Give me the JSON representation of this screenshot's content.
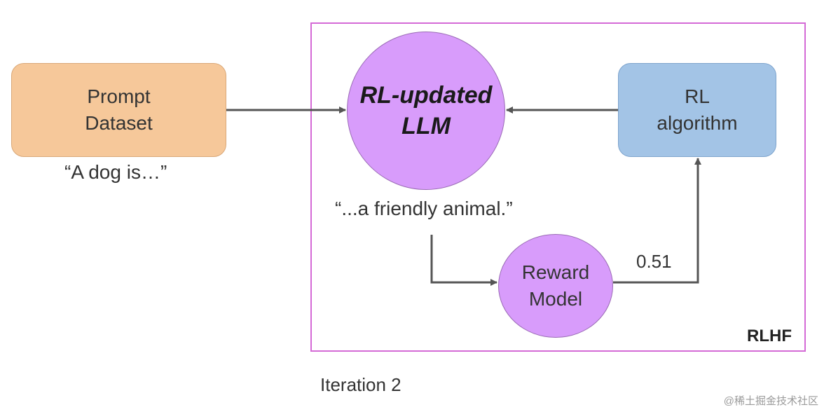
{
  "nodes": {
    "prompt_dataset": "Prompt\nDataset",
    "rl_llm": "RL-updated\nLLM",
    "rl_algorithm": "RL\nalgorithm",
    "reward_model": "Reward\nModel"
  },
  "labels": {
    "prompt_example": "“A dog is…”",
    "completion_example": "“...a friendly animal.”",
    "reward_value": "0.51",
    "frame_title": "RLHF",
    "iteration": "Iteration 2"
  },
  "watermark": "@稀土掘金技术社区",
  "colors": {
    "frame": "#d46ad6",
    "prompt_box": "#f6c89a",
    "rl_box": "#a3c4e6",
    "circle": "#d89cfb",
    "arrow": "#555555"
  }
}
